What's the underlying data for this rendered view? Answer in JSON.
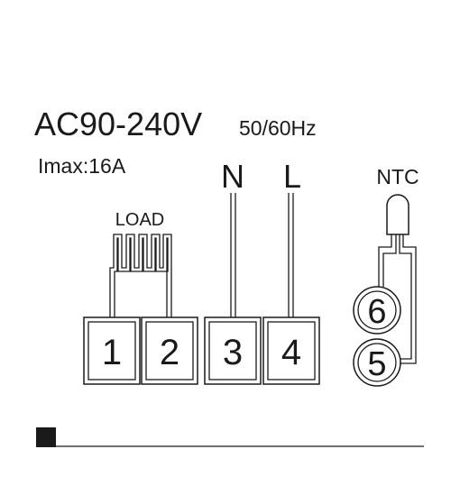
{
  "supply": {
    "voltage": "AC90-240V",
    "frequency": "50/60Hz",
    "current": "Imax:16A"
  },
  "lines": {
    "neutral": "N",
    "live": "L"
  },
  "load_label": "LOAD",
  "sensor_label": "NTC",
  "terminals": [
    "1",
    "2",
    "3",
    "4"
  ],
  "sensor_terminals": [
    "6",
    "5"
  ]
}
